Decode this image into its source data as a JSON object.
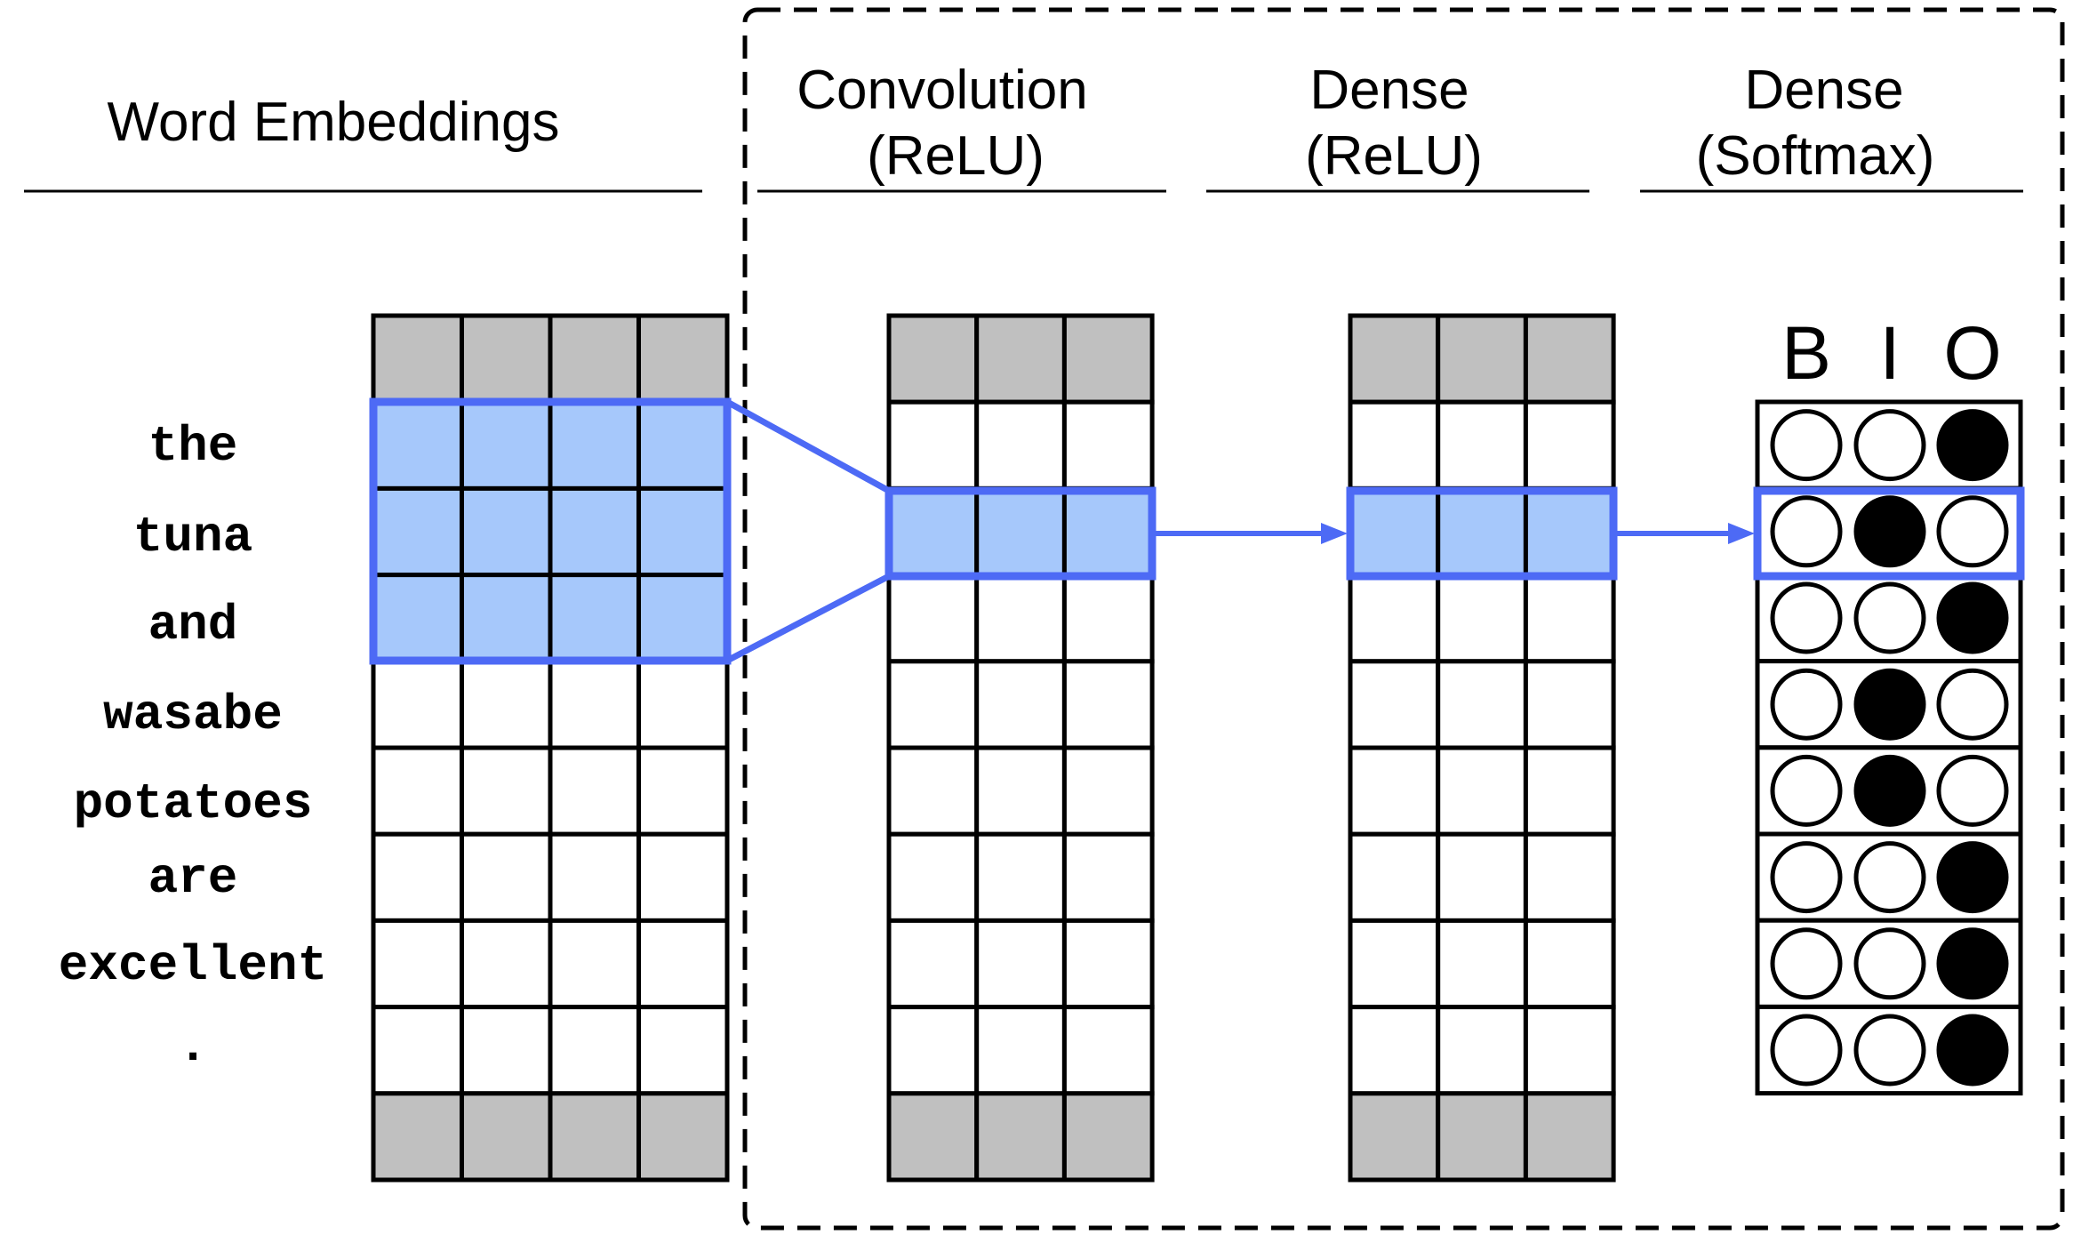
{
  "headers": {
    "embeddings": "Word Embeddings",
    "conv_line1": "Convolution",
    "conv_line2": "(ReLU)",
    "dense1_line1": "Dense",
    "dense1_line2": "(ReLU)",
    "dense2_line1": "Dense",
    "dense2_line2": "(Softmax)"
  },
  "words": [
    "the",
    "tuna",
    "and",
    "wasabe",
    "potatoes",
    "are",
    "excellent",
    "."
  ],
  "output_labels": [
    "B",
    "I",
    "O"
  ],
  "predictions": [
    "O",
    "I",
    "O",
    "I",
    "I",
    "O",
    "O",
    "O"
  ],
  "colors": {
    "highlight_fill": "#a6c8fb",
    "highlight_stroke": "#4d6af5",
    "padding_fill": "#c0c0c0",
    "line": "#000000"
  }
}
